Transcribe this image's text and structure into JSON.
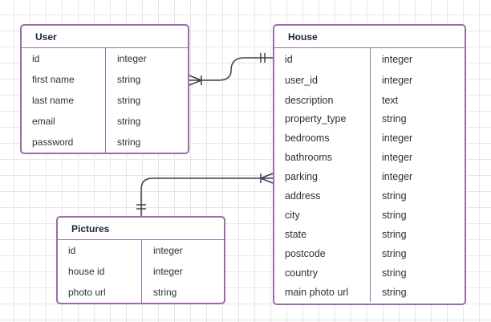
{
  "entities": {
    "user": {
      "title": "User",
      "fields": [
        {
          "name": "id",
          "type": "integer"
        },
        {
          "name": "first name",
          "type": "string"
        },
        {
          "name": "last name",
          "type": "string"
        },
        {
          "name": "email",
          "type": "string"
        },
        {
          "name": "password",
          "type": "string"
        }
      ]
    },
    "house": {
      "title": "House",
      "fields": [
        {
          "name": "id",
          "type": "integer"
        },
        {
          "name": "user_id",
          "type": "integer"
        },
        {
          "name": "description",
          "type": "text"
        },
        {
          "name": "property_type",
          "type": "string"
        },
        {
          "name": "bedrooms",
          "type": "integer"
        },
        {
          "name": "bathrooms",
          "type": "integer"
        },
        {
          "name": "parking",
          "type": "integer"
        },
        {
          "name": "address",
          "type": "string"
        },
        {
          "name": "city",
          "type": "string"
        },
        {
          "name": "state",
          "type": "string"
        },
        {
          "name": "postcode",
          "type": "string"
        },
        {
          "name": "country",
          "type": "string"
        },
        {
          "name": "main photo url",
          "type": "string"
        }
      ]
    },
    "pictures": {
      "title": "Pictures",
      "fields": [
        {
          "name": "id",
          "type": "integer"
        },
        {
          "name": "house id",
          "type": "integer"
        },
        {
          "name": "photo url",
          "type": "string"
        }
      ]
    }
  },
  "relationships": [
    {
      "from": "House",
      "to": "User",
      "from_cardinality": "one",
      "to_cardinality": "many"
    },
    {
      "from": "Pictures",
      "to": "House",
      "from_cardinality": "one",
      "to_cardinality": "many"
    }
  ],
  "colors": {
    "entity_border": "#9a6da7",
    "connector": "#37424f",
    "text": "#2d2f36",
    "grid": "#e7e7e7"
  }
}
